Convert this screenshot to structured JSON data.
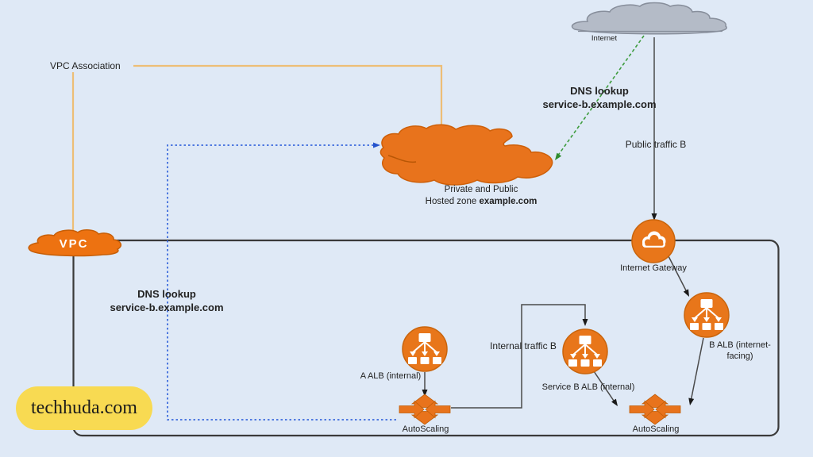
{
  "colors": {
    "background": "#dfe9f6",
    "aws_orange": "#e8731c",
    "association_line": "#edbe76",
    "dns_internal_blue": "#3d6bdd",
    "dns_public_green": "#3e9c3e",
    "connector_dark": "#4a4a4a",
    "internet_cloud_gray": "#b4bbc7",
    "vpc_border": "#3a3a3a",
    "watermark_yellow": "#f8da52"
  },
  "internet": {
    "label": "Internet"
  },
  "public_dns": {
    "title": "DNS lookup",
    "domain": "service-b.example.com"
  },
  "public_traffic_label": "Public traffic B",
  "vpc_association_label": "VPC Association",
  "hosted_zone": {
    "line1": "Private and Public",
    "line2_prefix": "Hosted zone ",
    "domain": "example.com"
  },
  "vpc": {
    "label": "VPC",
    "dns": {
      "title": "DNS lookup",
      "domain": "service-b.example.com"
    },
    "internal_traffic_label": "Internal traffic B",
    "internet_gateway": {
      "label": "Internet Gateway"
    },
    "a_alb": {
      "label": "A ALB (internal)"
    },
    "service_b_alb": {
      "label": "Service B ALB (internal)"
    },
    "b_alb": {
      "label_line1": "B ALB (internet-",
      "label_line2": "facing)"
    },
    "autoscaling_a": {
      "label": "AutoScaling"
    },
    "autoscaling_b": {
      "label": "AutoScaling"
    }
  },
  "watermark": {
    "text": "techhuda.com"
  }
}
